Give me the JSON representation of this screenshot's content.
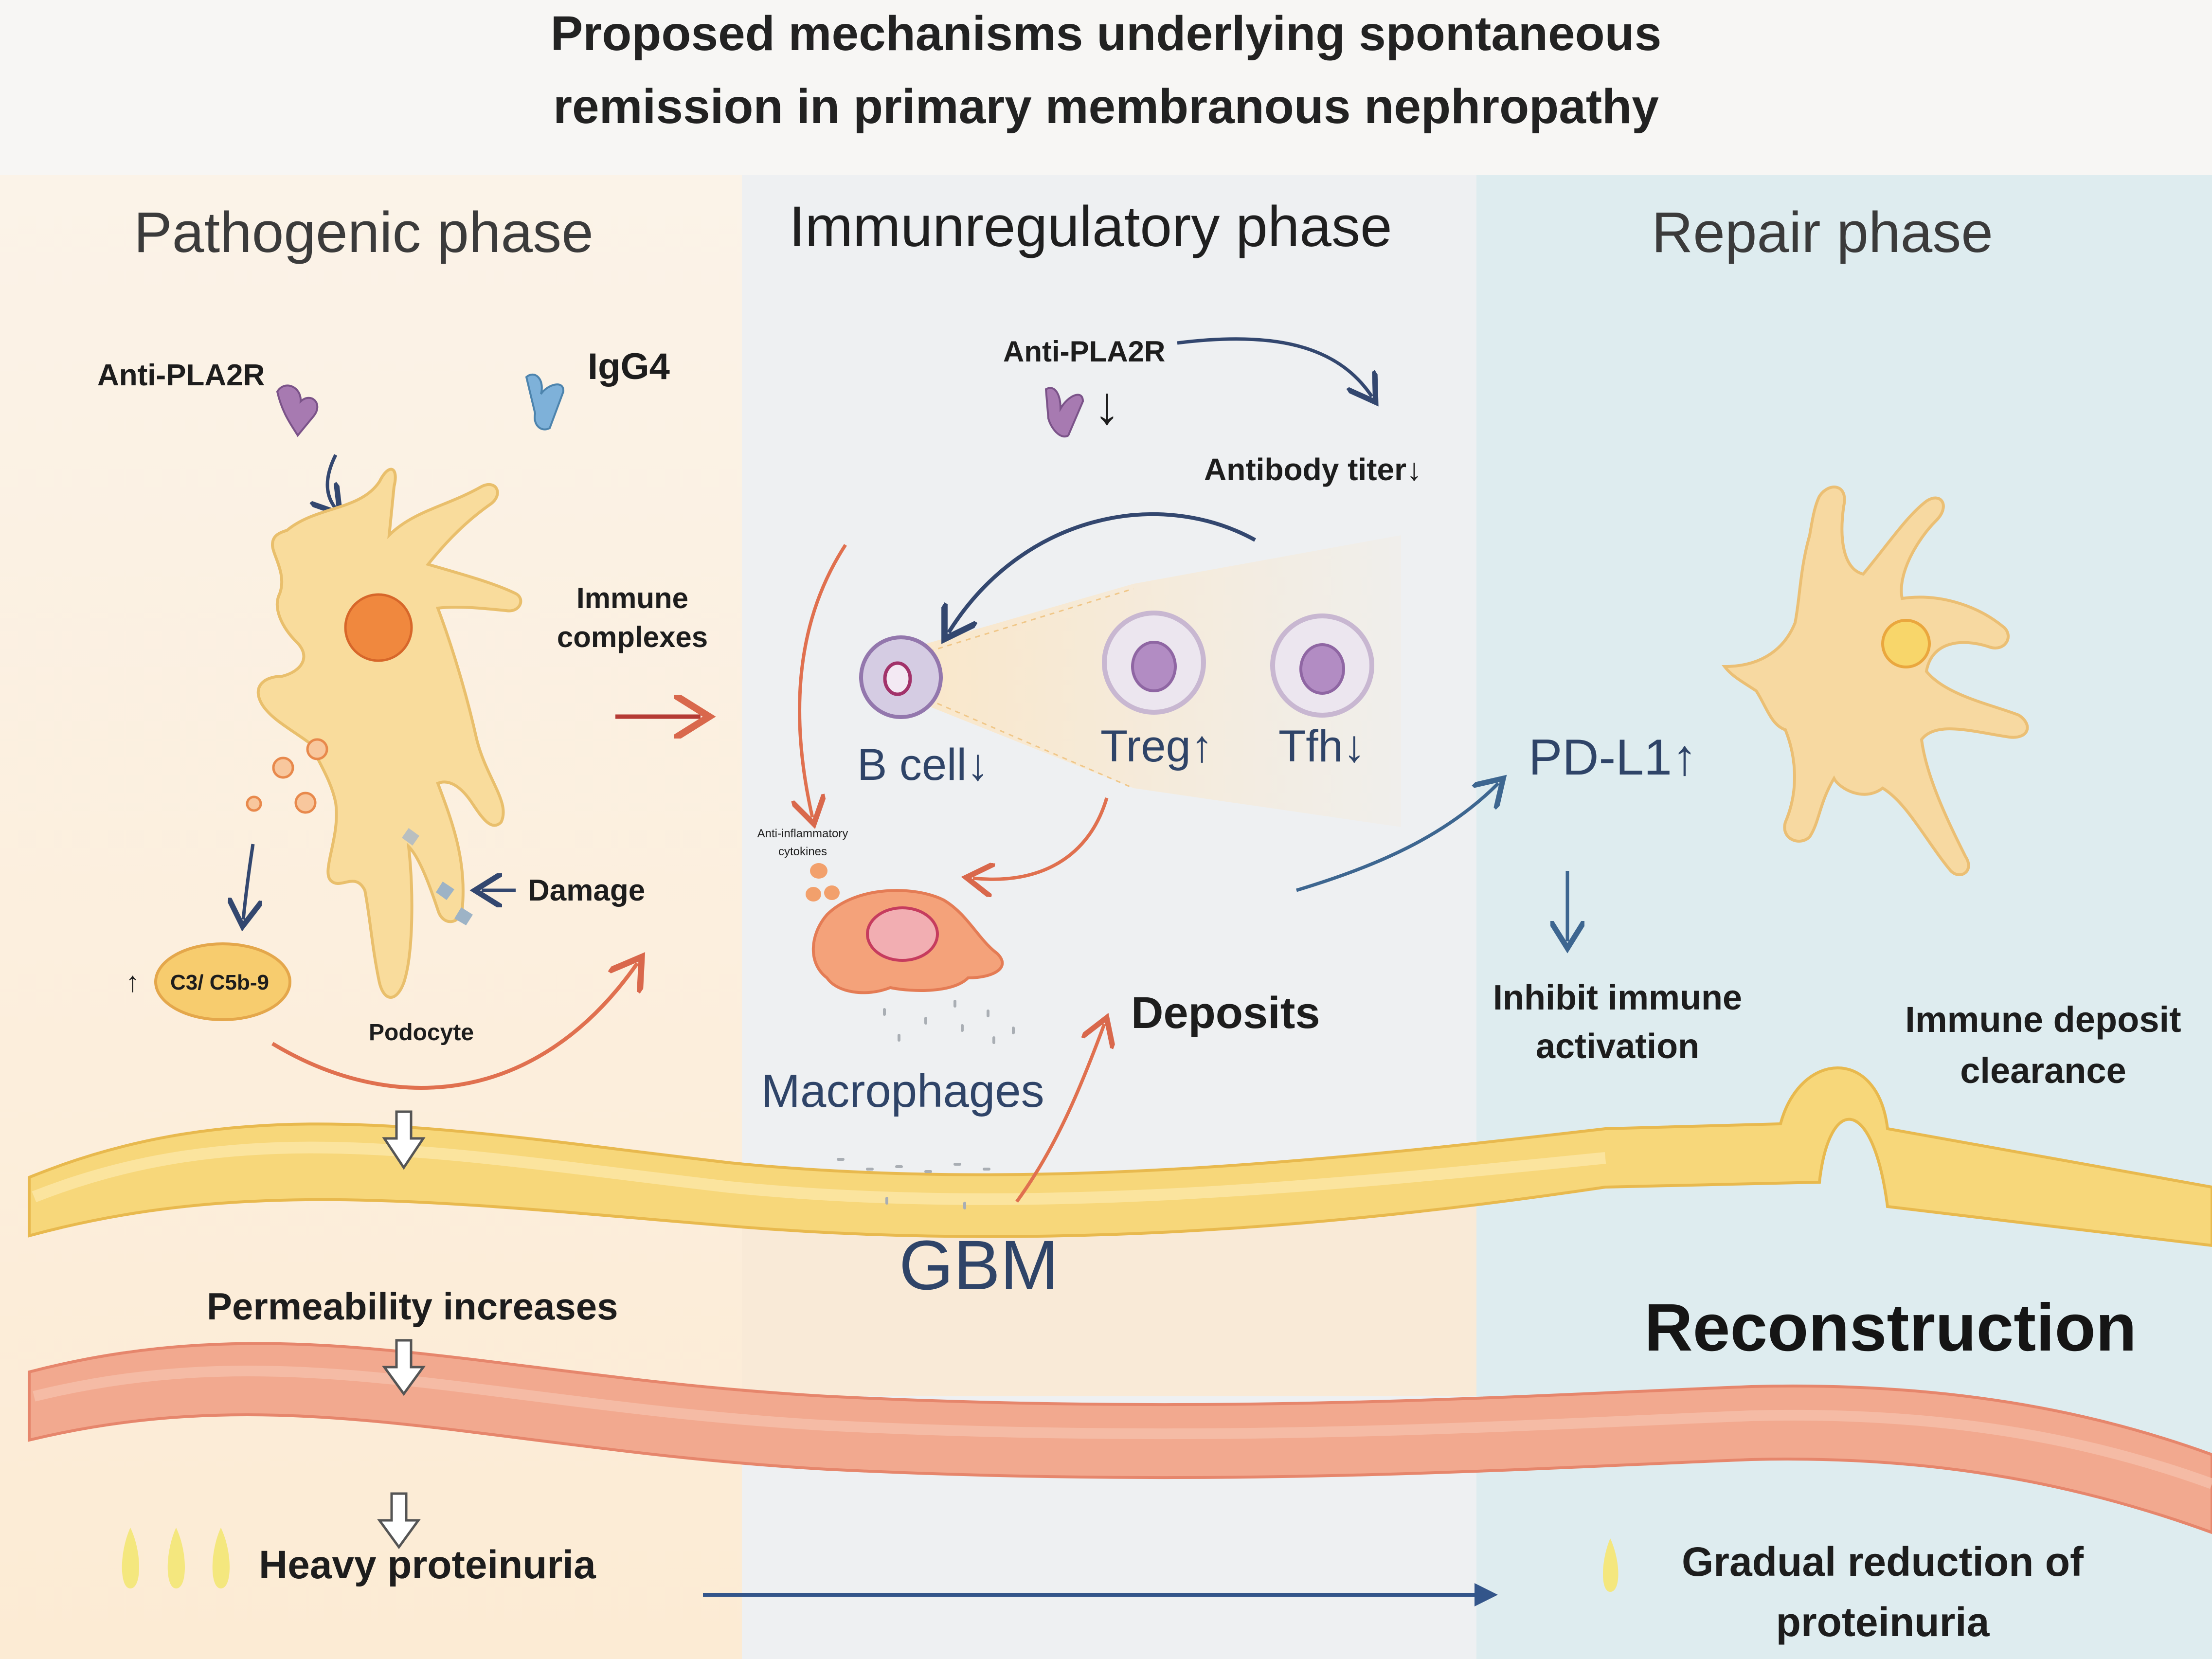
{
  "title_line1": "Proposed mechanisms underlying spontaneous",
  "title_line2": "remission in primary membranous nephropathy",
  "phases": {
    "pathogenic": "Pathogenic phase",
    "immunoregulatory": "Immunregulatory phase",
    "repair": "Repair phase"
  },
  "pathogenic": {
    "anti_pla2r": "Anti-PLA2R",
    "igg4": "IgG4",
    "immune_complexes_1": "Immune",
    "immune_complexes_2": "complexes",
    "damage": "Damage",
    "c3": "C3/ C5b-9",
    "c3_arrow": "↑",
    "podocyte": "Podocyte",
    "permeability": "Permeability increases",
    "heavy_proteinuria": "Heavy proteinuria"
  },
  "immunoregulatory": {
    "anti_pla2r": "Anti-PLA2R",
    "anti_arrow": "↓",
    "antibody_titer": "Antibody titer↓",
    "b_cell": "B cell↓",
    "treg": "Treg↑",
    "tfh": "Tfh↓",
    "cytokines_1": "Anti-inflammatory",
    "cytokines_2": "cytokines",
    "macrophages": "Macrophages",
    "deposits": "Deposits",
    "gbm": "GBM"
  },
  "repair": {
    "pdl1": "PD-L1↑",
    "inhibit_1": "Inhibit immune",
    "inhibit_2": "activation",
    "clearance_1": "Immune deposit",
    "clearance_2": "clearance",
    "reconstruction": "Reconstruction",
    "gradual_1": "Gradual reduction of",
    "gradual_2": "proteinuria"
  },
  "colors": {
    "pathogenic_bg": "#fdf0dd",
    "immunoregulatory_bg": "#eef0f2",
    "repair_bg": "#deecef",
    "gbm_yellow": "#f7d77a",
    "vessel_pink": "#f2a98f",
    "arrow_red": "#b53a34",
    "arrow_navy": "#33476f",
    "podocyte_fill": "#f9dc9c"
  }
}
